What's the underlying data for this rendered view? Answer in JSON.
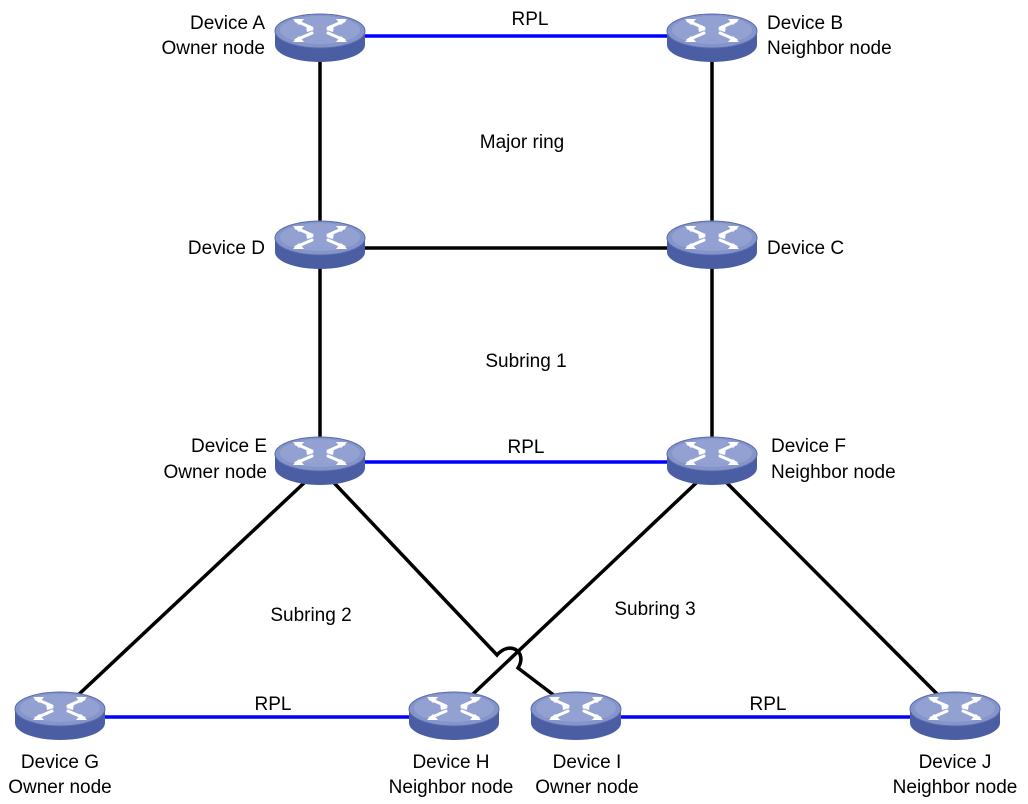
{
  "colors": {
    "link": "#000000",
    "rpl": "#0000ff",
    "router_top": "#7f8fc4",
    "router_side": "#4b5da3"
  },
  "devices": {
    "a": {
      "name": "Device A",
      "role": "Owner node"
    },
    "b": {
      "name": "Device B",
      "role": "Neighbor node"
    },
    "c": {
      "name": "Device C"
    },
    "d": {
      "name": "Device D"
    },
    "e": {
      "name": "Device E",
      "role": "Owner node"
    },
    "f": {
      "name": "Device F",
      "role": "Neighbor node"
    },
    "g": {
      "name": "Device G",
      "role": "Owner node"
    },
    "h": {
      "name": "Device H",
      "role": "Neighbor node"
    },
    "i": {
      "name": "Device I",
      "role": "Owner node"
    },
    "j": {
      "name": "Device J",
      "role": "Neighbor node"
    }
  },
  "rings": {
    "major": "Major ring",
    "sub1": "Subring 1",
    "sub2": "Subring 2",
    "sub3": "Subring 3"
  },
  "rpl": {
    "ab": "RPL",
    "ef": "RPL",
    "gh": "RPL",
    "ij": "RPL"
  }
}
